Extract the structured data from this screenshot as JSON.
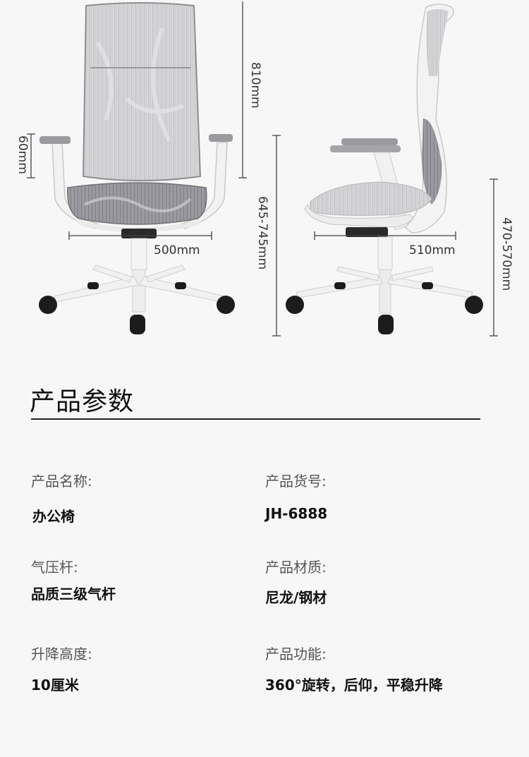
{
  "dimensions": {
    "back_height": "810mm",
    "armrest_lift": "60mm",
    "seat_width": "500mm",
    "total_height": "645-745mm",
    "seat_depth": "510mm",
    "seat_height": "470-570mm"
  },
  "section": {
    "title": "产品参数"
  },
  "specs": [
    {
      "label": "产品名称:",
      "value": "办公椅"
    },
    {
      "label": "产品货号:",
      "value": "JH-6888"
    },
    {
      "label": "气压杆:",
      "value": "品质三级气杆"
    },
    {
      "label": "产品材质:",
      "value": "尼龙/钢材"
    },
    {
      "label": "升降高度:",
      "value": "10厘米"
    },
    {
      "label": "产品功能:",
      "value": "360°旋转，后仰，平稳升降"
    }
  ]
}
